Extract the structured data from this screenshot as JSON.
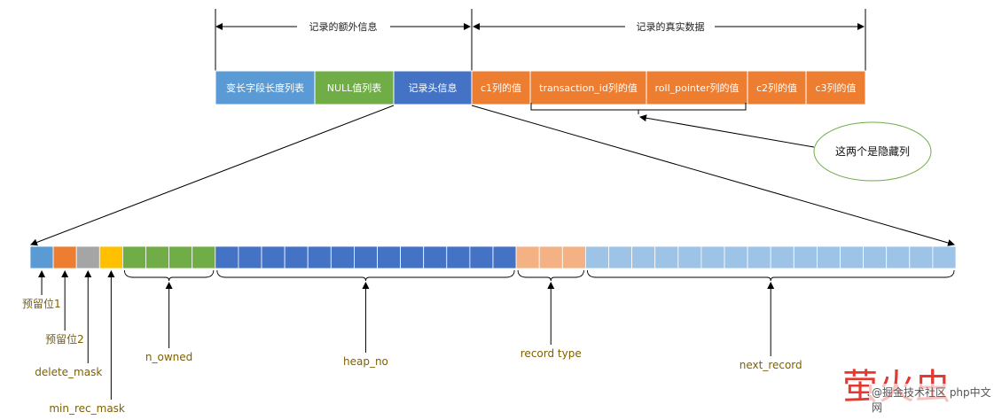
{
  "header": {
    "extra_info_label": "记录的额外信息",
    "real_data_label": "记录的真实数据"
  },
  "record_segments": [
    {
      "id": "var-len",
      "label": "变长字段长度列表",
      "color": "#5b9bd5"
    },
    {
      "id": "null-list",
      "label": "NULL值列表",
      "color": "#70ad47"
    },
    {
      "id": "header-info",
      "label": "记录头信息",
      "color": "#4472c4"
    },
    {
      "id": "c1",
      "label": "c1列的值",
      "color": "#ed7d31"
    },
    {
      "id": "trx-id",
      "label": "transaction_id列的值",
      "color": "#ed7d31"
    },
    {
      "id": "roll-ptr",
      "label": "roll_pointer列的值",
      "color": "#ed7d31"
    },
    {
      "id": "c2",
      "label": "c2列的值",
      "color": "#ed7d31"
    },
    {
      "id": "c3",
      "label": "c3列的值",
      "color": "#ed7d31"
    }
  ],
  "callout": {
    "text": "这两个是隐藏列"
  },
  "bit_groups": [
    {
      "id": "reserved1",
      "label": "预留位1",
      "bits": 1,
      "color": "#5b9bd5"
    },
    {
      "id": "reserved2",
      "label": "预留位2",
      "bits": 1,
      "color": "#ed7d31"
    },
    {
      "id": "delete-mask",
      "label": "delete_mask",
      "bits": 1,
      "color": "#a5a5a5"
    },
    {
      "id": "min-rec-mask",
      "label": "min_rec_mask",
      "bits": 1,
      "color": "#ffc000"
    },
    {
      "id": "n-owned",
      "label": "n_owned",
      "bits": 4,
      "color": "#70ad47"
    },
    {
      "id": "heap-no",
      "label": "heap_no",
      "bits": 13,
      "color": "#4472c4"
    },
    {
      "id": "record-type",
      "label": "record type",
      "bits": 3,
      "color": "#f4b183"
    },
    {
      "id": "next-record",
      "label": "next_record",
      "bits": 16,
      "color": "#9dc3e6"
    }
  ],
  "label_color": "#7f6000",
  "watermark": {
    "big": "萤火虫",
    "small": "@掘金技术社区  php中文网"
  }
}
